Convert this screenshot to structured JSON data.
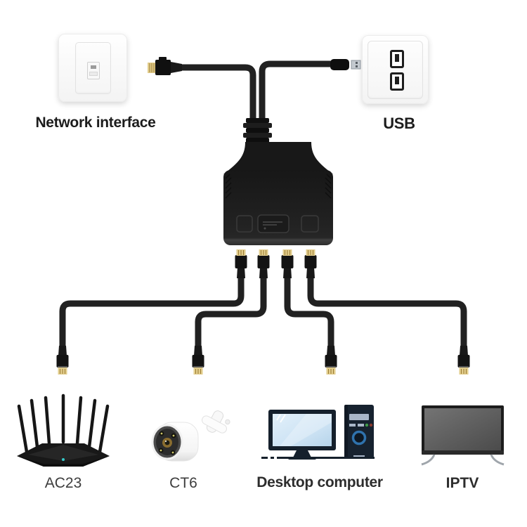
{
  "labels": {
    "network_interface": "Network interface",
    "usb": "USB"
  },
  "devices": [
    {
      "id": "router",
      "label": "AC23"
    },
    {
      "id": "camera",
      "label": "CT6"
    },
    {
      "id": "desktop",
      "label": "Desktop computer"
    },
    {
      "id": "iptv",
      "label": "IPTV"
    }
  ],
  "splitter": {
    "visible_output_ports": 4,
    "uplink_connectors": [
      "rj45-to-network-interface",
      "usb-a-to-usb-outlet"
    ]
  },
  "colors": {
    "background": "#ffffff",
    "cable_black": "#212121",
    "splitter_body": "#1e1e1e",
    "gold_contact": "#e2cd8c",
    "top_label_dark": "#1c1c1c",
    "device_label_gray": "#3d3d3d",
    "monitor_screen_blue": "#cde3f4",
    "pc_navy": "#17222f",
    "pc_ring_blue": "#2f72ad",
    "pc_led_green": "#3f9b48",
    "pc_led_red": "#8a3a2e",
    "router_led_cyan": "#35c8c8",
    "camera_lens_amber": "#8a6d2f",
    "tv_screen_gray": "#5a5a5a",
    "usb_metal_silver": "#c3c9cf"
  }
}
